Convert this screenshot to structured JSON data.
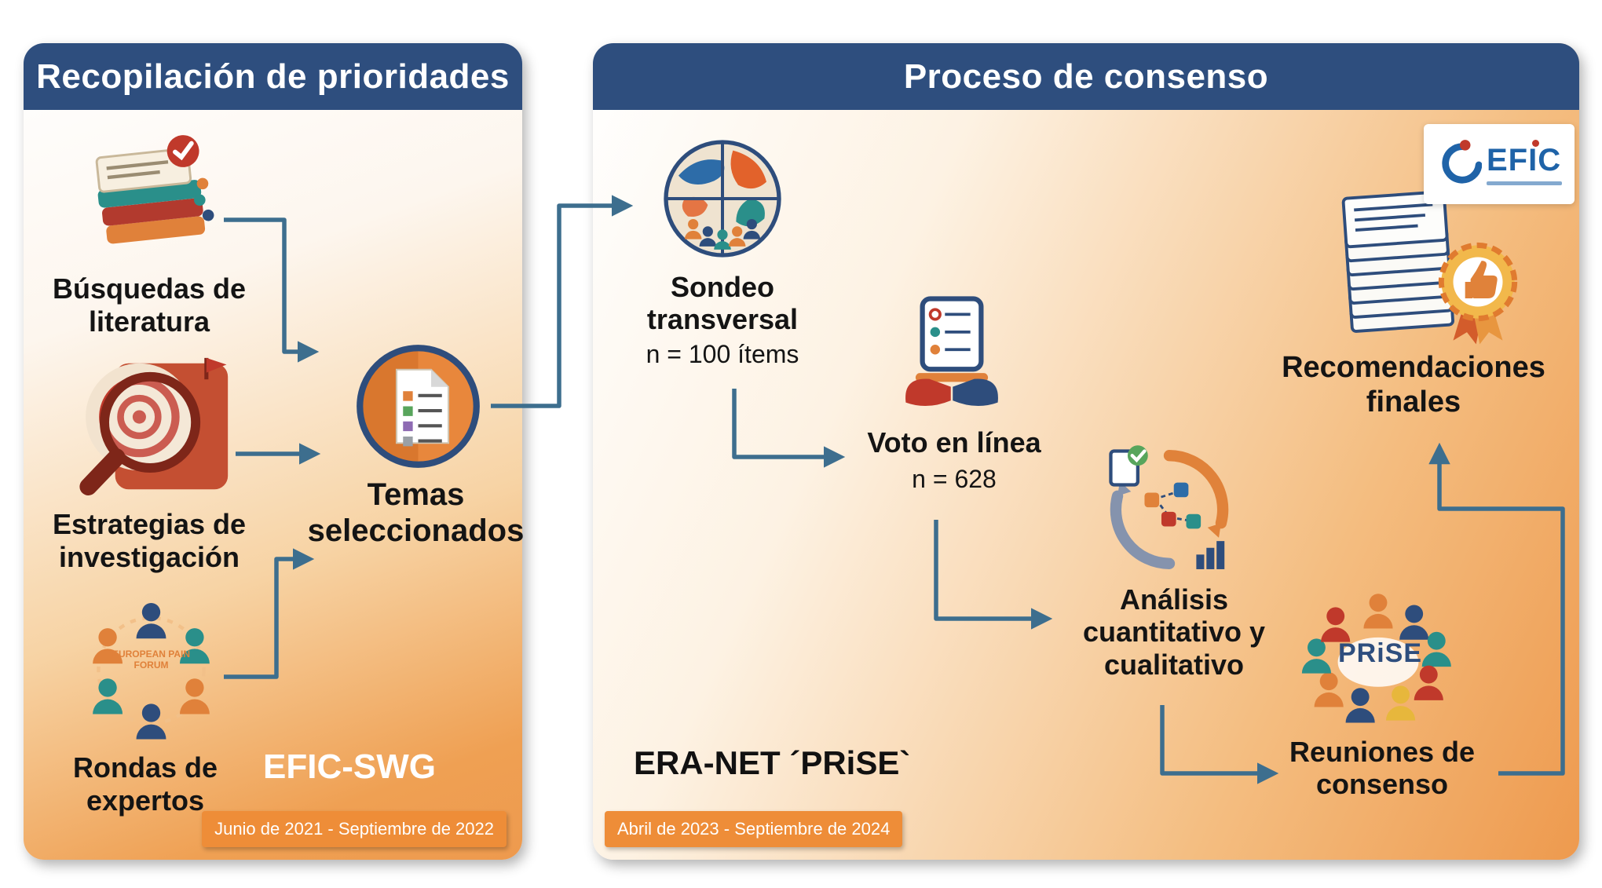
{
  "left_panel": {
    "title": "Recopilación de prioridades",
    "sources": [
      {
        "label": "Búsquedas de literatura",
        "icon": "literature-stack-icon"
      },
      {
        "label": "Estrategias de investigación",
        "icon": "magnifier-target-icon"
      },
      {
        "label": "Rondas de expertos",
        "icon": "expert-circle-icon",
        "icon_text": "European Pain Forum"
      }
    ],
    "output": {
      "label": "Temas seleccionados",
      "icon": "checklist-circle-icon"
    },
    "group": "EFIC-SWG",
    "date_range": "Junio de 2021 - Septiembre de 2022"
  },
  "right_panel": {
    "title": "Proceso de consenso",
    "steps": [
      {
        "label": "Sondeo transversal",
        "value": "n = 100 ítems",
        "icon": "europe-globe-icon"
      },
      {
        "label": "Voto en línea",
        "value": "n = 628",
        "icon": "online-vote-icon"
      },
      {
        "label": "Análisis cuantitativo y cualitativo",
        "icon": "analysis-cycle-icon"
      },
      {
        "label": "Reuniones de consenso",
        "icon": "prise-logo-icon"
      },
      {
        "label": "Recomendaciones finales",
        "icon": "document-stack-icon"
      }
    ],
    "group": "ERA-NET ´PRiSE`",
    "date_range": "Abril de 2023 - Septiembre de 2024",
    "logos": {
      "efic": "EFIC",
      "prise": "PRiSE"
    }
  },
  "colors": {
    "header_navy": "#2E4E7E",
    "panel_orange": "#EE9A4E",
    "badge_orange": "#EE8D38",
    "arrow_blue": "#3D6E8E"
  }
}
